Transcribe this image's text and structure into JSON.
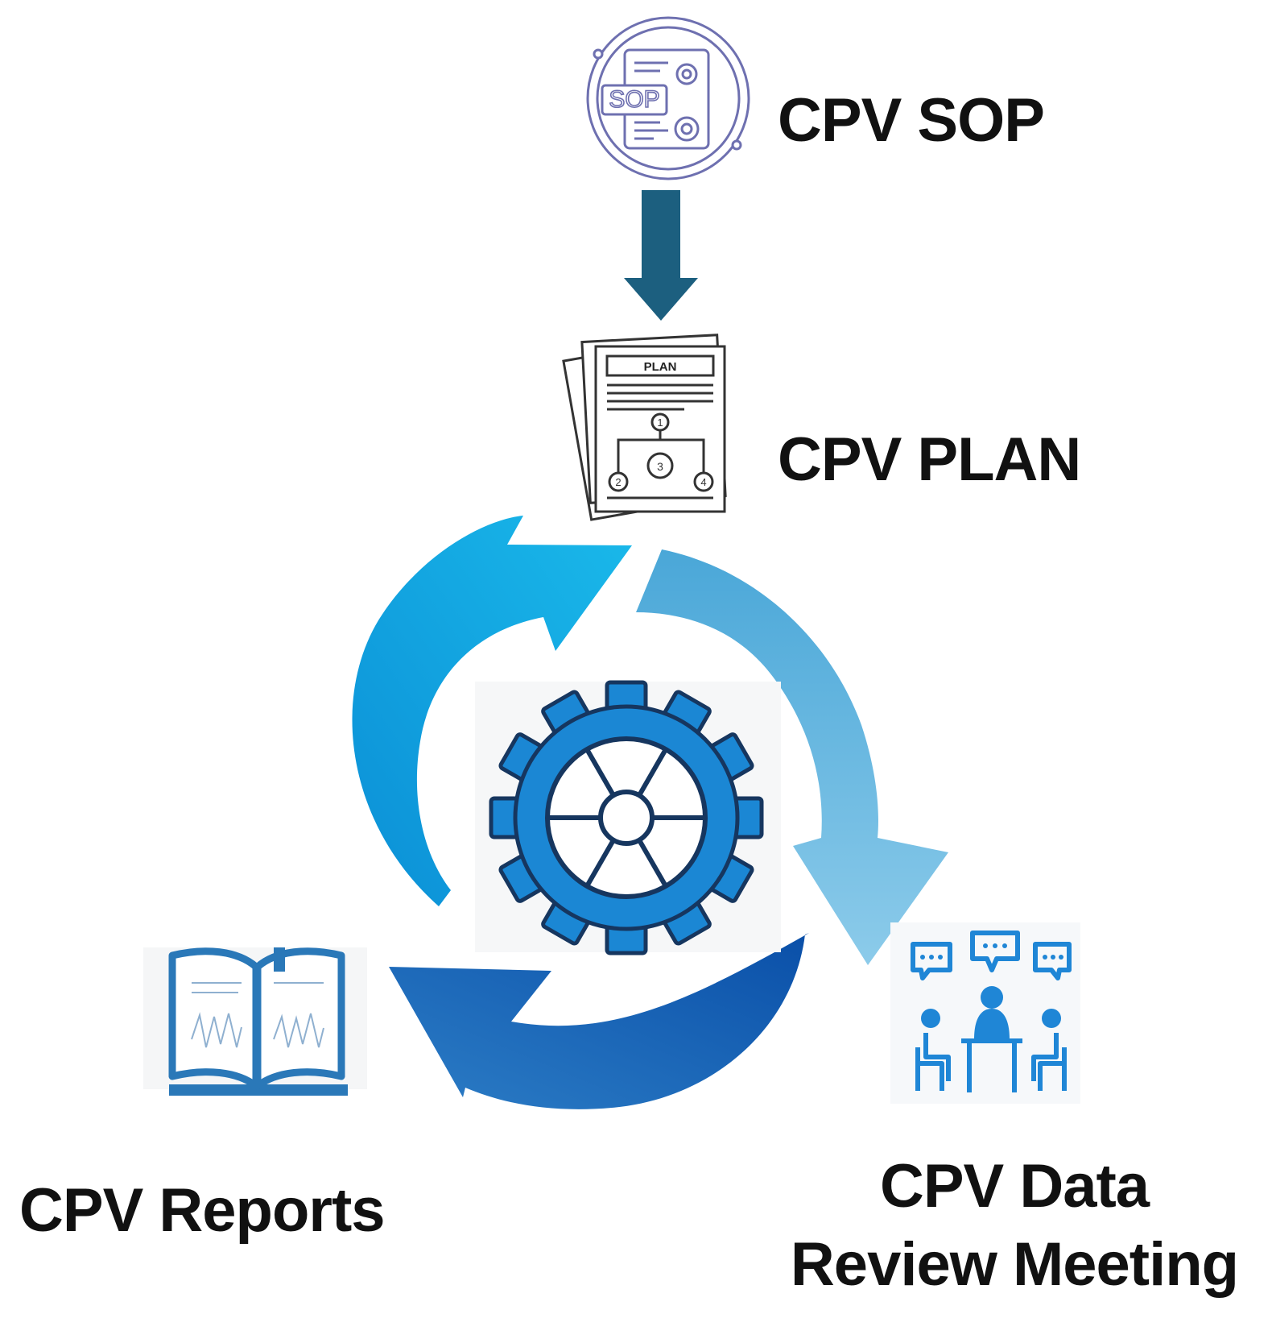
{
  "labels": {
    "sop": "CPV SOP",
    "plan": "CPV PLAN",
    "reports": "CPV Reports",
    "meeting_line1": "CPV Data",
    "meeting_line2": "Review Meeting"
  },
  "icons": {
    "sop_icon_text": "SOP",
    "plan_icon_text": "PLAN",
    "plan_nodes": [
      "1",
      "2",
      "3",
      "4"
    ]
  },
  "colors": {
    "sop_icon_stroke": "#6e70b0",
    "down_arrow": "#1c5f7f",
    "cycle_top_left": "#12a9e4",
    "cycle_right": "#79bfe3",
    "cycle_bottom": "#1c67b8",
    "gear": "#1b87d4",
    "gear_outline": "#16365f",
    "report_book": "#2a78b8",
    "meeting_icon": "#1f86d6"
  }
}
